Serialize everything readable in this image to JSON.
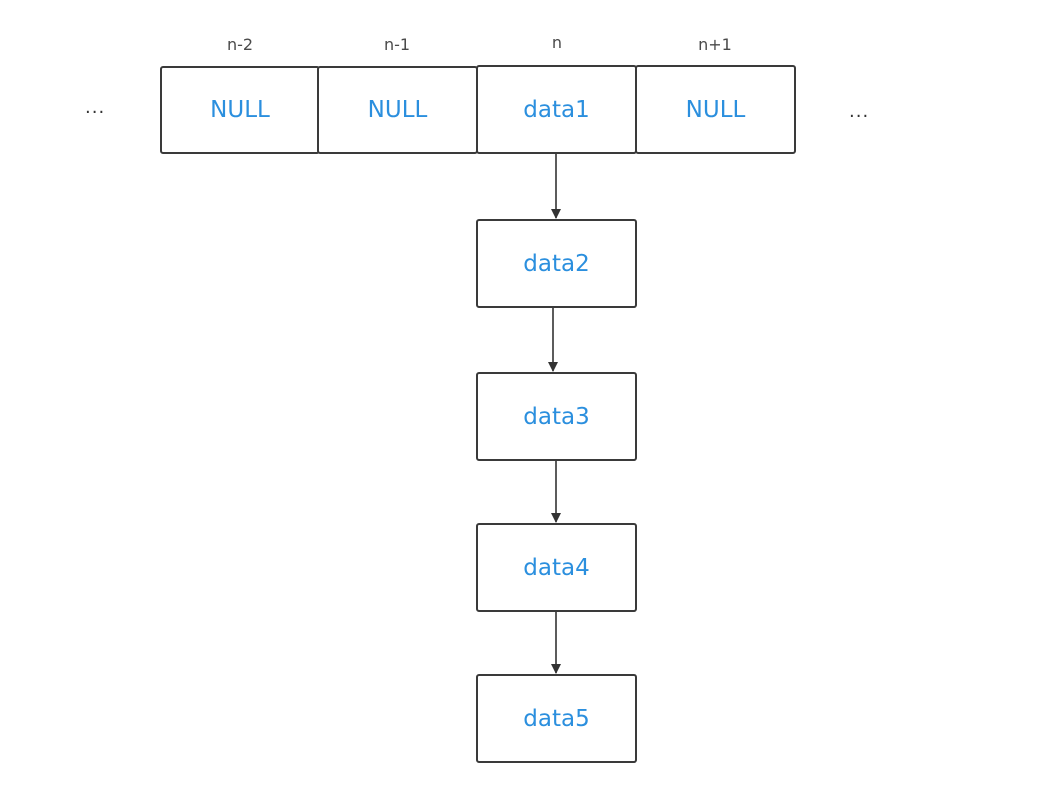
{
  "ellipsis_left": "...",
  "ellipsis_right": "...",
  "array": {
    "indices": [
      "n-2",
      "n-1",
      "n",
      "n+1"
    ],
    "cells": [
      "NULL",
      "NULL",
      "data1",
      "NULL"
    ]
  },
  "chain": [
    "data2",
    "data3",
    "data4",
    "data5"
  ],
  "colors": {
    "text_accent": "#2b8fde",
    "border": "#3a3a3a",
    "arrow": "#333333",
    "index_text": "#4a4a4a"
  }
}
